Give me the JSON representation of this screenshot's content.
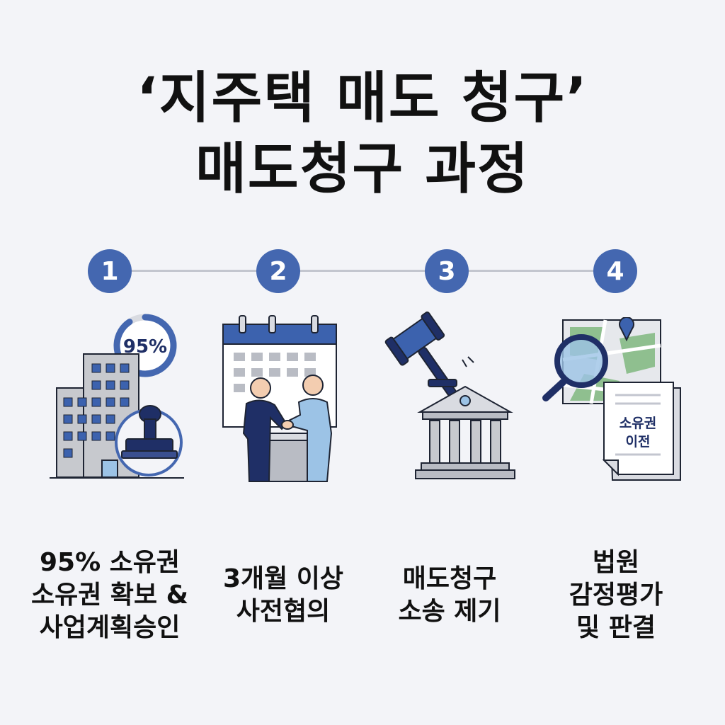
{
  "title": {
    "line1": "‘지주택 매도 청구’",
    "line2": "매도청구 과정"
  },
  "colors": {
    "background": "#f3f4f8",
    "accent_blue": "#4467b0",
    "navy": "#1f2f66",
    "light_blue": "#9cc3e6",
    "gray": "#b9bcc4"
  },
  "steps": [
    {
      "number": "1",
      "icon": "building-stamp-icon",
      "badge": "95%",
      "lines": [
        "95% 소유권",
        "소유권 확보 &",
        "사업계획승인"
      ]
    },
    {
      "number": "2",
      "icon": "calendar-handshake-icon",
      "lines": [
        "3개월 이상",
        "사전협의"
      ]
    },
    {
      "number": "3",
      "icon": "gavel-courthouse-icon",
      "lines": [
        "매도청구",
        "소송 제기"
      ]
    },
    {
      "number": "4",
      "icon": "map-document-icon",
      "doc_label": [
        "소유권",
        "이전"
      ],
      "lines": [
        "법원",
        "감정평가",
        "및 판결"
      ]
    }
  ]
}
